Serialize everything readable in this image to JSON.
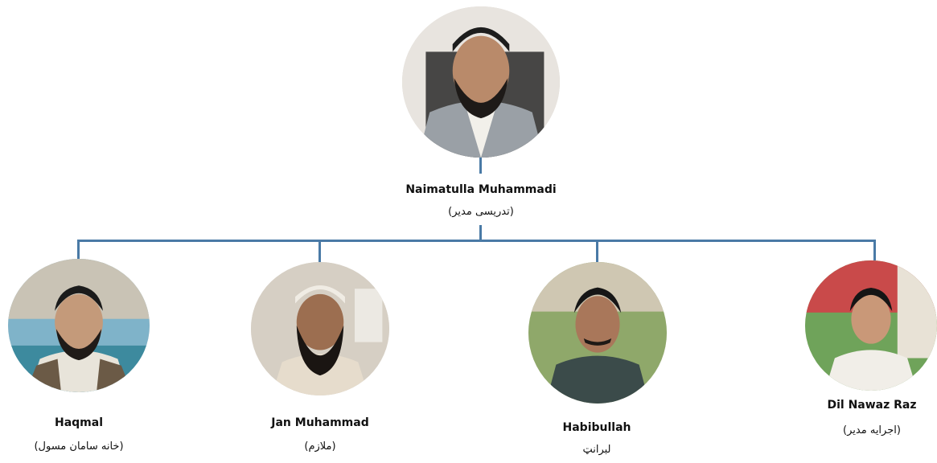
{
  "root": {
    "name": "Naimatulla Muhammadi",
    "role": "(تدریسی مدیر)",
    "photo_icon": "person-photo"
  },
  "children": [
    {
      "name": "Haqmal",
      "role": "(خانه سامان مسول)",
      "photo_icon": "person-photo"
    },
    {
      "name": "Jan Muhammad",
      "role": "(ملازم)",
      "photo_icon": "person-photo"
    },
    {
      "name": "Habibullah",
      "role": "لبرانټ",
      "photo_icon": "person-photo"
    },
    {
      "name": "Dil Nawaz Raz",
      "role": "(اجرایه مدیر)",
      "photo_icon": "person-photo"
    }
  ],
  "colors": {
    "connector": "#4a7aa6"
  }
}
